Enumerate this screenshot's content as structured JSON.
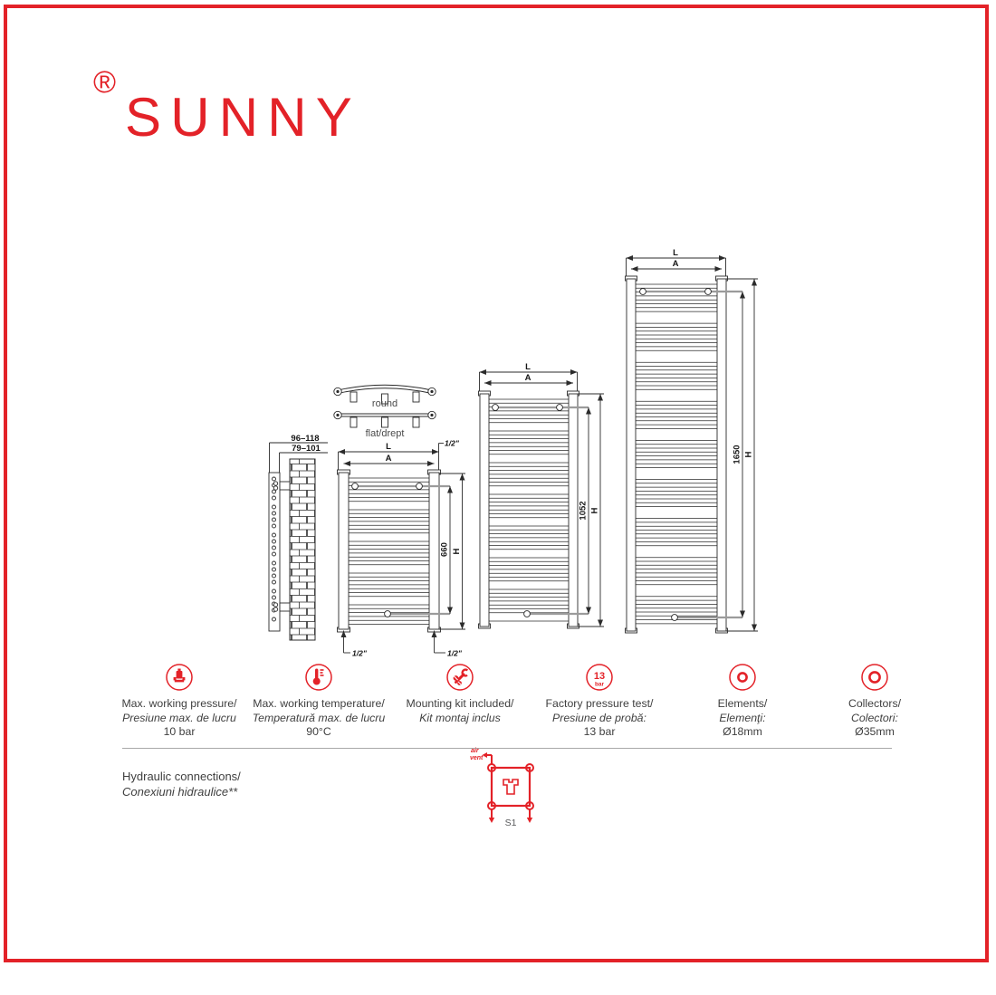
{
  "brand": {
    "name": "SUNNY",
    "registered": "®"
  },
  "colors": {
    "accent_red": "#e32228",
    "line_black": "#2b2b2b",
    "text_gray": "#3f3f3f"
  },
  "drawings": {
    "side_view": {
      "wall_offset_top": "96–118",
      "wall_offset_bottom": "79–101"
    },
    "profiles": {
      "round": "round",
      "flat": "flat/drept"
    },
    "radiator_small": {
      "width_outer": "L",
      "width_inner": "A",
      "height_inner": "660",
      "height_outer": "H",
      "conn_top_right": "1/2\"",
      "conn_bottom_left": "1/2\"",
      "conn_bottom_right": "1/2\""
    },
    "radiator_medium": {
      "width_outer": "L",
      "width_inner": "A",
      "height_inner": "1052",
      "height_outer": "H"
    },
    "radiator_large": {
      "width_outer": "L",
      "width_inner": "A",
      "height_inner": "1650",
      "height_outer": "H"
    }
  },
  "specs": [
    {
      "name": "max-working-pressure",
      "icon": "pressure-gauge-icon",
      "line1": "Max. working pressure/",
      "line2": "Presiune max. de lucru",
      "line3": "10 bar"
    },
    {
      "name": "max-working-temperature",
      "icon": "thermometer-icon",
      "line1": "Max. working temperature/",
      "line2": "Temperatură max. de lucru",
      "line3": "90°C"
    },
    {
      "name": "mounting-kit-included",
      "icon": "mounting-tools-icon",
      "line1": "Mounting kit included/",
      "line2": "Kit montaj inclus",
      "line3": ""
    },
    {
      "name": "factory-pressure-test",
      "icon": "pressure-test-13bar-icon",
      "badge_value": "13",
      "badge_unit": "bar",
      "line1": "Factory pressure test/",
      "line2": "Presiune de probă:",
      "line3": "13 bar"
    },
    {
      "name": "elements",
      "icon": "elements-diameter-icon",
      "line1": "Elements/",
      "line2": "Elemenţi:",
      "line3": "Ø18mm"
    },
    {
      "name": "collectors",
      "icon": "collectors-diameter-icon",
      "line1": "Collectors/",
      "line2": "Colectori:",
      "line3": "Ø35mm"
    }
  ],
  "hydraulic": {
    "title_en": "Hydraulic connections/",
    "title_ro": "Conexiuni hidraulice**",
    "scheme_label": "S1",
    "air_vent_word1": "air",
    "air_vent_word2": "vent"
  }
}
